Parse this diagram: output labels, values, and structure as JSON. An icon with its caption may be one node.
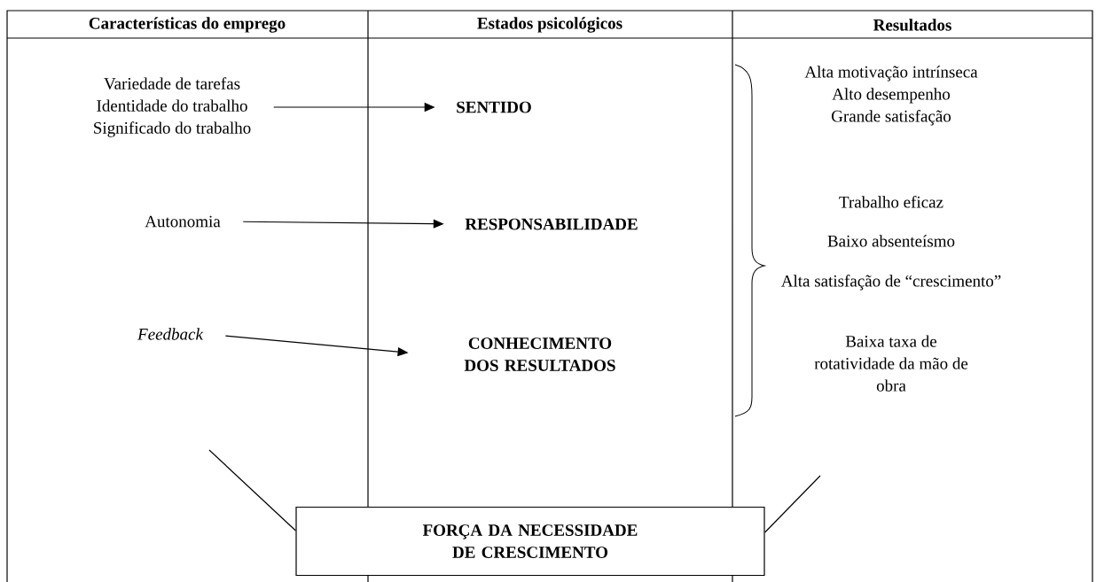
{
  "diagram": {
    "nodes": [
      {
        "text": [
          "Variedade de tarefas",
          "Identidade do trabalho",
          "Significado do trabalho"
        ]
      },
      {
        "text": [
          "Autonomia"
        ]
      },
      {
        "text": [
          "Feedback"
        ]
      },
      {
        "text": [
          "SENTIDO"
        ]
      },
      {
        "text": [
          "RESPONSABILIDADE"
        ]
      },
      {
        "text": [
          "CONHECIMENTO DOS RESULTADOS"
        ]
      },
      {
        "text": [
          "Alta motivação intrínseca",
          "Alto desempenho",
          "Grande satisfação",
          "Trabalho eficaz",
          "Baixo absenteísmo",
          "Alta satisfação de “crescimento”",
          "Baixa taxa de rotatividade da mão de obra"
        ]
      },
      {
        "text": [
          "FORÇA DA NECESSIDADE DE CRESCIMENTO"
        ]
      }
    ],
    "edges": [
      {
        "from": 0,
        "to": 3,
        "arrow": "to"
      },
      {
        "from": 1,
        "to": 4,
        "arrow": "to"
      },
      {
        "from": 2,
        "to": 5,
        "arrow": "to"
      },
      {
        "from": null,
        "to": 7,
        "arrow": "none"
      },
      {
        "from": null,
        "to": 7,
        "arrow": "none"
      }
    ],
    "labels": [
      "Características do emprego",
      "Estados psicológicos",
      "Resultados"
    ]
  }
}
